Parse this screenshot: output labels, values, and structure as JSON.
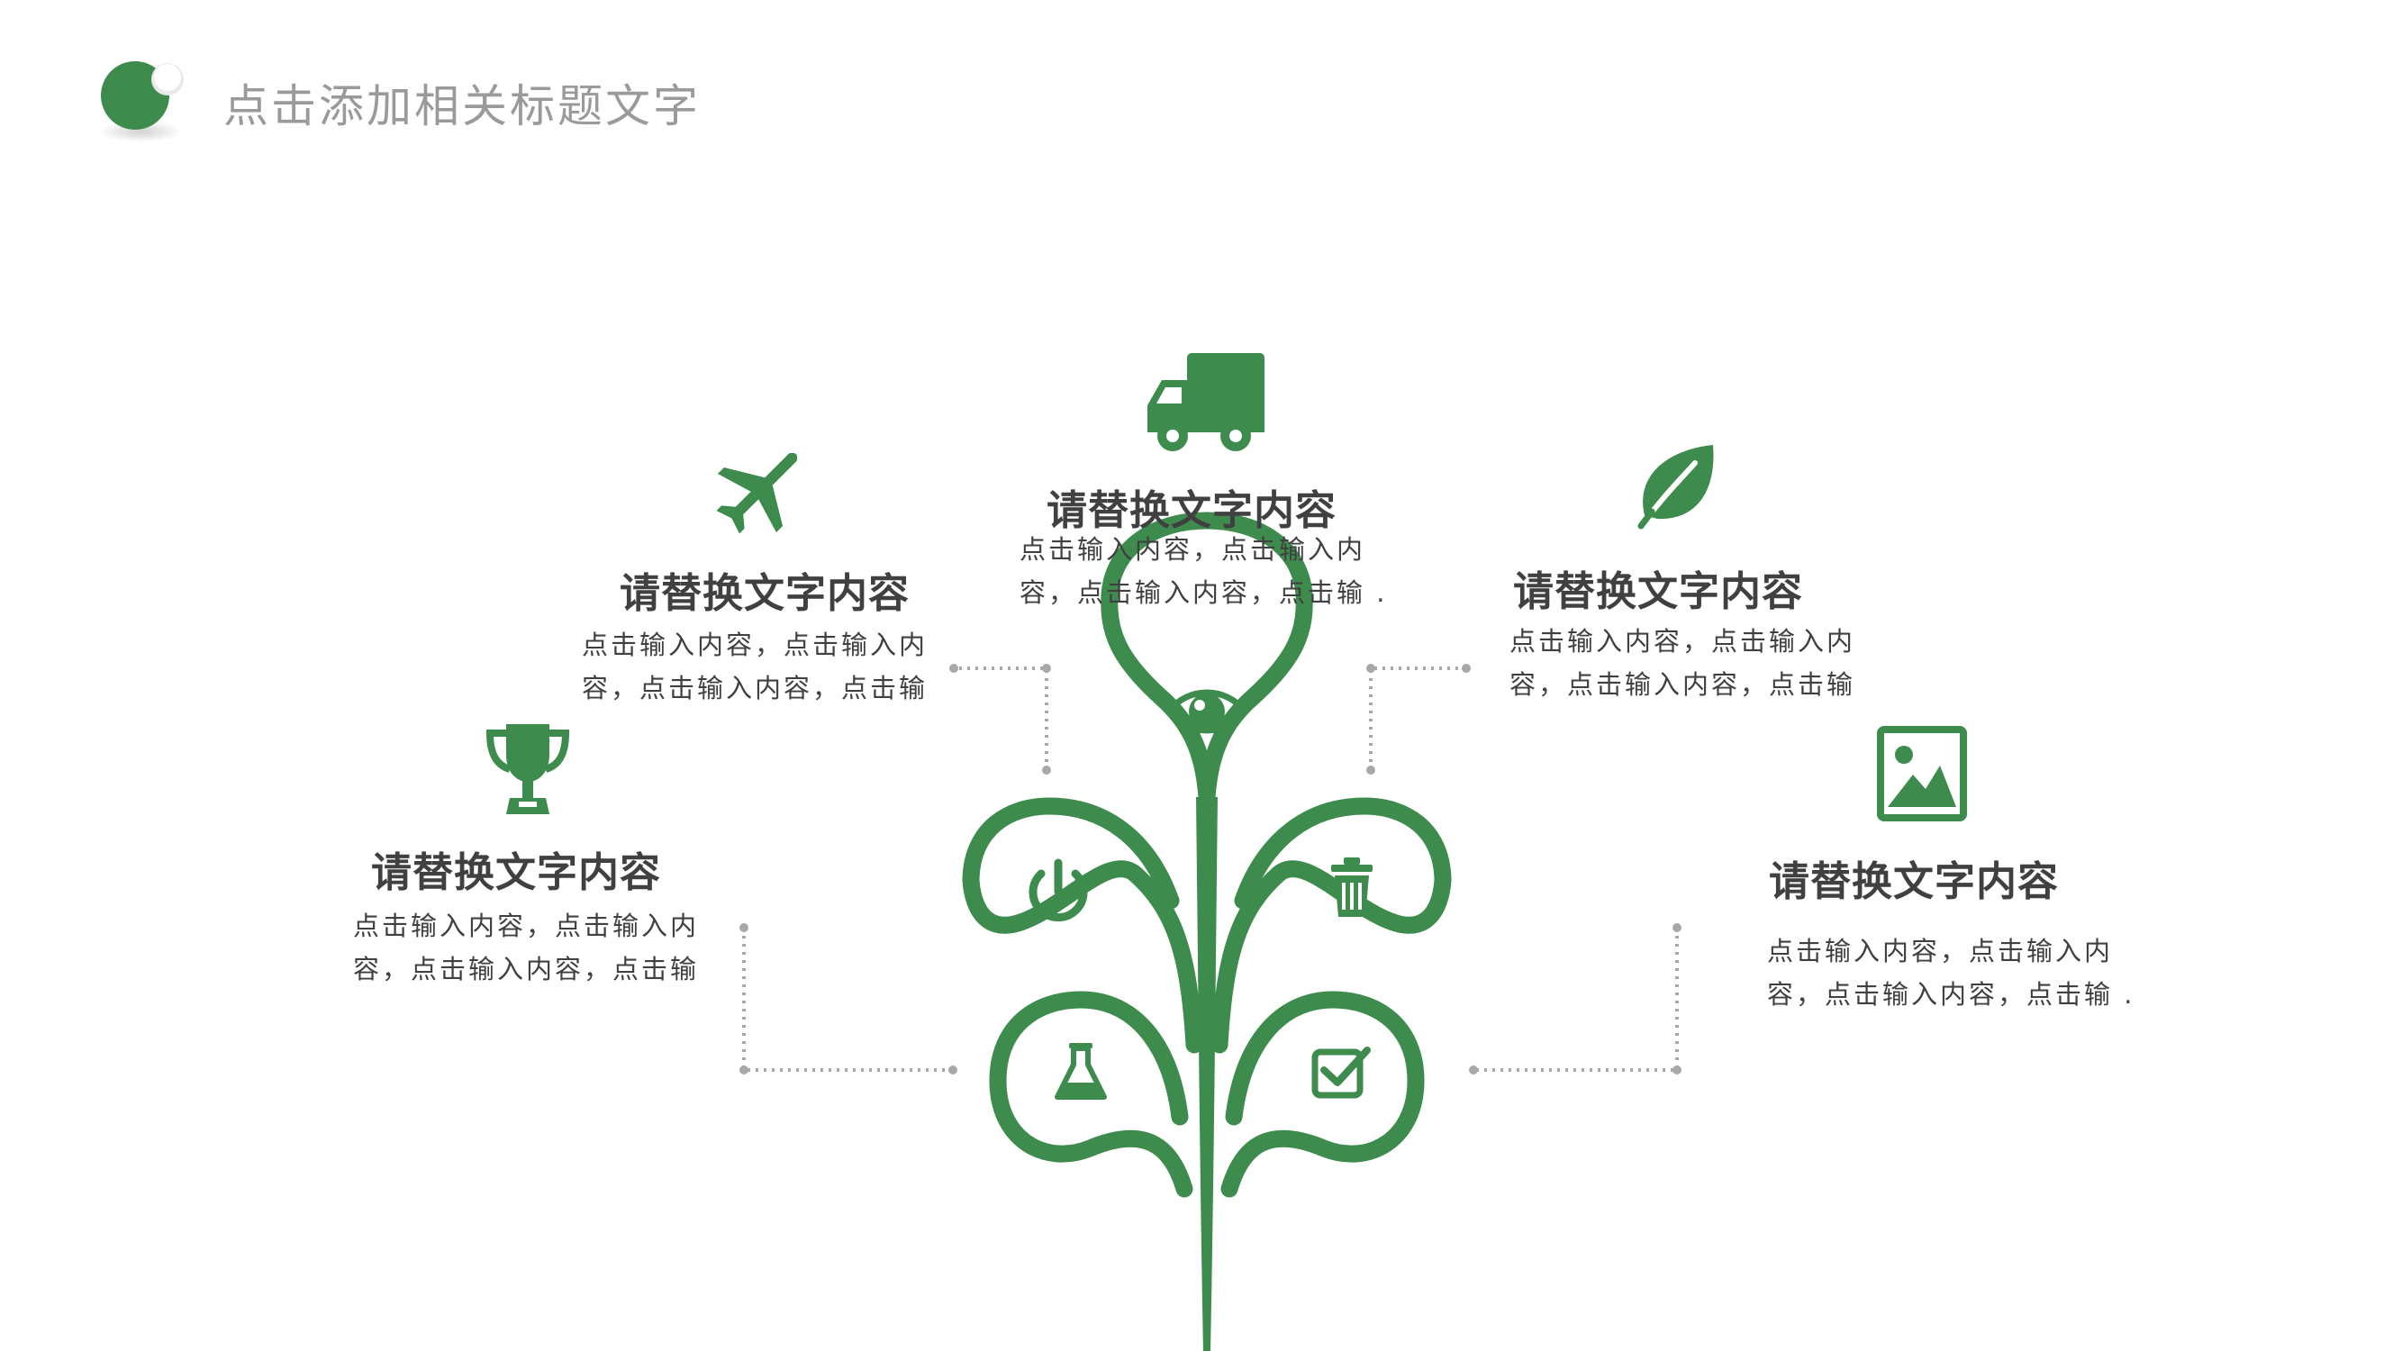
{
  "header": {
    "title": "点击添加相关标题文字"
  },
  "colors": {
    "accent": "#3E8B4E",
    "text": "#404040",
    "muted": "#9A9A9A",
    "connector": "#A8A8A8"
  },
  "items": [
    {
      "icon": "truck-icon",
      "heading": "请替换文字内容",
      "line1": "点击输入内容，点击输入内",
      "line2": "容，点击输入内容，点击输 ."
    },
    {
      "icon": "airplane-icon",
      "heading": "请替换文字内容",
      "line1": "点击输入内容，点击输入内",
      "line2": "容，点击输入内容，点击输"
    },
    {
      "icon": "leaf-icon",
      "heading": "请替换文字内容",
      "line1": "点击输入内容，点击输入内",
      "line2": "容，点击输入内容，点击输"
    },
    {
      "icon": "trophy-icon",
      "heading": "请替换文字内容",
      "line1": "点击输入内容，点击输入内",
      "line2": "容，点击输入内容，点击输"
    },
    {
      "icon": "picture-icon",
      "heading": "请替换文字内容",
      "line1": "点击输入内容，点击输入内",
      "line2": "容，点击输入内容，点击输 ."
    }
  ],
  "tree_icons": [
    "eye-icon",
    "power-icon",
    "trash-icon",
    "flask-icon",
    "checkbox-icon"
  ]
}
